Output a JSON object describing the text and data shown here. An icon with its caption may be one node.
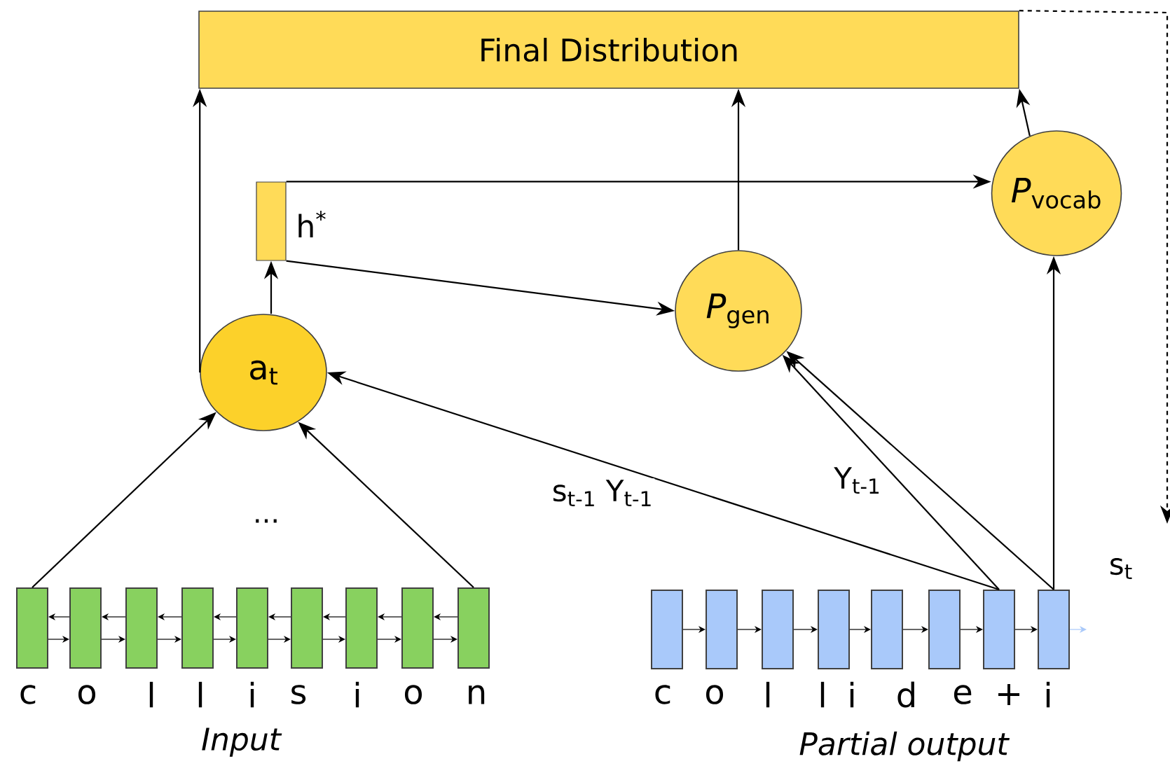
{
  "diagram": {
    "nodes": [
      {
        "text": [
          "Final Distribution"
        ]
      },
      {
        "text": [
          "*P*$_{vocab}$"
        ]
      },
      {
        "text": [],
        "shape": "bar",
        "beside": [
          "h$^{*}$"
        ]
      },
      {
        "text": [
          "*P*$_{gen}$"
        ]
      },
      {
        "text": [
          "a$_{t}$"
        ]
      },
      {
        "text": [],
        "shape": "box"
      },
      {
        "text": [],
        "shape": "box"
      },
      {
        "text": [],
        "shape": "box"
      },
      {
        "text": [],
        "shape": "box"
      },
      {
        "text": [],
        "shape": "box"
      },
      {
        "text": [],
        "shape": "box"
      },
      {
        "text": [],
        "shape": "box"
      },
      {
        "text": [],
        "shape": "box"
      },
      {
        "text": [],
        "shape": "box"
      },
      {
        "text": [],
        "shape": "box"
      },
      {
        "text": [],
        "shape": "box"
      },
      {
        "text": [],
        "shape": "box"
      },
      {
        "text": [],
        "shape": "box"
      },
      {
        "text": [],
        "shape": "box"
      },
      {
        "text": [],
        "shape": "box"
      },
      {
        "text": [],
        "shape": "box"
      },
      {
        "text": [],
        "shape": "box"
      }
    ],
    "edges": [
      {
        "from": 4,
        "to": 0,
        "arrow": "to"
      },
      {
        "from": 4,
        "to": 2,
        "arrow": "to"
      },
      {
        "from": 2,
        "to": 1,
        "arrow": "to"
      },
      {
        "from": 2,
        "to": 3,
        "arrow": "to"
      },
      {
        "from": 3,
        "to": 0,
        "arrow": "to"
      },
      {
        "from": 1,
        "to": 0,
        "arrow": "to"
      },
      {
        "from": 5,
        "to": 4,
        "arrow": "to"
      },
      {
        "from": 13,
        "to": 4,
        "arrow": "to"
      },
      {
        "from": 20,
        "to": 4,
        "arrow": "to",
        "label": "s$_{t-1}$ Y$_{t-1}$"
      },
      {
        "from": 20,
        "to": 3,
        "arrow": "to",
        "label": "Y$_{t-1}$"
      },
      {
        "from": 21,
        "to": 3,
        "arrow": "to"
      },
      {
        "from": 21,
        "to": 1,
        "arrow": "to",
        "label": "s$_{t}$"
      },
      {
        "from": 0,
        "to": null,
        "arrow": "to",
        "style": "dashed"
      },
      {
        "from": 21,
        "to": null,
        "arrow": "to",
        "color": "#a9c9fa"
      },
      {
        "from": 5,
        "to": 6,
        "arrow": "to"
      },
      {
        "from": 6,
        "to": 5,
        "arrow": "to"
      },
      {
        "from": 6,
        "to": 7,
        "arrow": "to"
      },
      {
        "from": 7,
        "to": 6,
        "arrow": "to"
      },
      {
        "from": 7,
        "to": 8,
        "arrow": "to"
      },
      {
        "from": 8,
        "to": 7,
        "arrow": "to"
      },
      {
        "from": 8,
        "to": 9,
        "arrow": "to"
      },
      {
        "from": 9,
        "to": 8,
        "arrow": "to"
      },
      {
        "from": 9,
        "to": 10,
        "arrow": "to"
      },
      {
        "from": 10,
        "to": 9,
        "arrow": "to"
      },
      {
        "from": 10,
        "to": 11,
        "arrow": "to"
      },
      {
        "from": 11,
        "to": 10,
        "arrow": "to"
      },
      {
        "from": 11,
        "to": 12,
        "arrow": "to"
      },
      {
        "from": 12,
        "to": 11,
        "arrow": "to"
      },
      {
        "from": 12,
        "to": 13,
        "arrow": "to"
      },
      {
        "from": 13,
        "to": 12,
        "arrow": "to"
      },
      {
        "from": 14,
        "to": 15,
        "arrow": "to"
      },
      {
        "from": 15,
        "to": 16,
        "arrow": "to"
      },
      {
        "from": 16,
        "to": 17,
        "arrow": "to"
      },
      {
        "from": 17,
        "to": 18,
        "arrow": "to"
      },
      {
        "from": 18,
        "to": 19,
        "arrow": "to"
      },
      {
        "from": 19,
        "to": 20,
        "arrow": "to"
      },
      {
        "from": 20,
        "to": 21,
        "arrow": "to"
      }
    ],
    "labels": [
      "...",
      "c",
      "o",
      "l",
      "l",
      "i",
      "s",
      "i",
      "o",
      "n",
      "Input",
      "c",
      "o",
      "l",
      "l",
      "i",
      "d",
      "e",
      "+",
      "i",
      "Partial output"
    ]
  }
}
